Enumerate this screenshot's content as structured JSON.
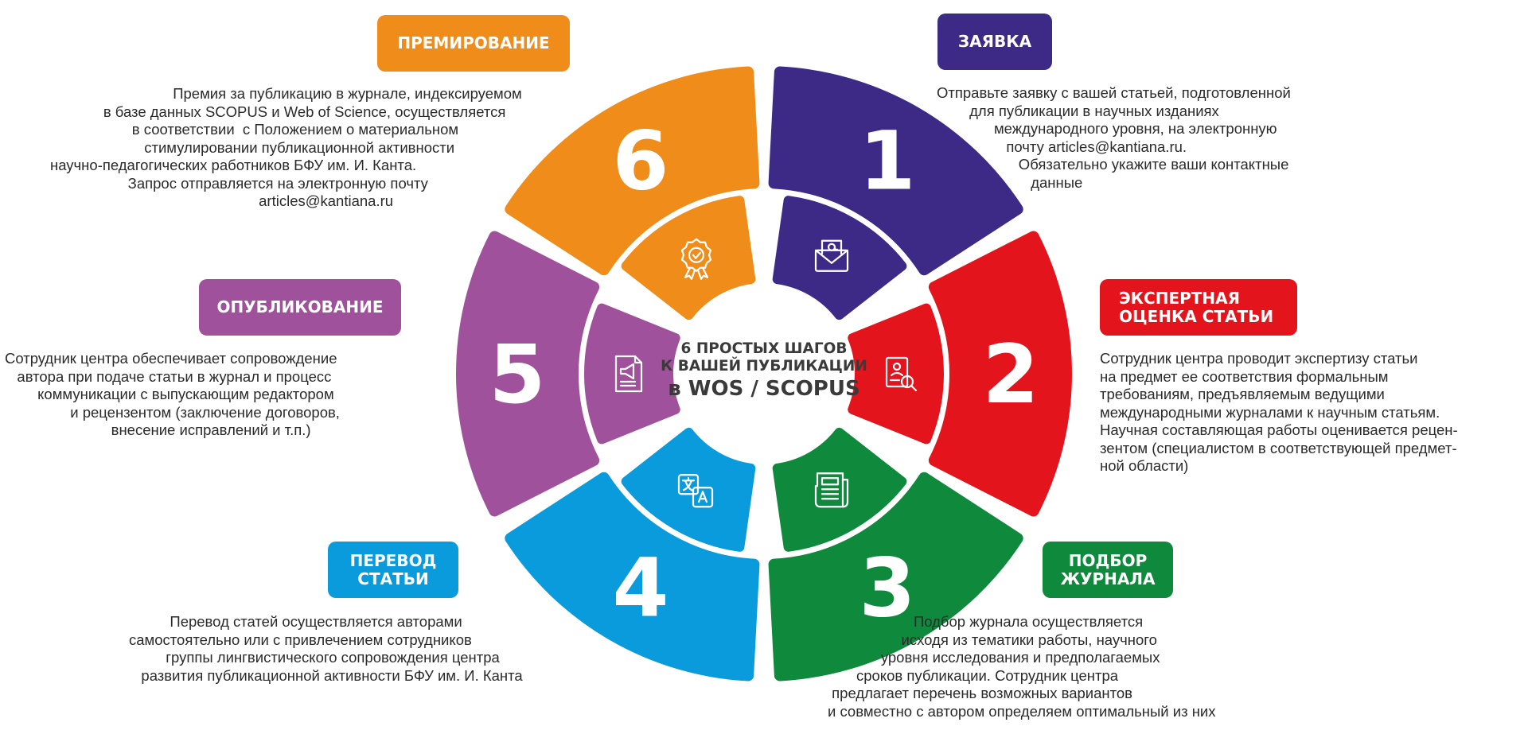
{
  "center": {
    "line1": "6 ПРОСТЫХ ШАГОВ",
    "line2": "К ВАШЕЙ ПУБЛИКАЦИИ",
    "line3": "в WOS / SCOPUS"
  },
  "steps": [
    {
      "number": "1",
      "title": "ЗАЯВКА",
      "color": "#3d2a87",
      "icon": "email-icon",
      "text": "Отправьте заявку с вашей статьей, подготовленной\n        для публикации в научных изданиях\n              международного уровня, на электронную\n                 почту articles@kantiana.ru.\n                    Обязательно укажите ваши контактные\n                       данные"
    },
    {
      "number": "2",
      "title": "ЭКСПЕРТНАЯ\nОЦЕНКА СТАТЬИ",
      "color": "#e3141c",
      "icon": "document-search-icon",
      "text": "Сотрудник центра проводит экспертизу статьи\nна предмет ее соответствия формальным\nтребованиям, предъявляемым ведущими\nмеждународными журналами к научным статьям.\nНаучная составляющая работы оценивается рецен-\nзентом (специалистом в соответствующей предмет-\nной области)"
    },
    {
      "number": "3",
      "title": "ПОДБОР\nЖУРНАЛА",
      "color": "#0f8a3c",
      "icon": "newspaper-icon",
      "text": "                     Подбор журнала осуществляется\n                  исходя из тематики работы, научного\n             уровня исследования и предполагаемых\n       сроков публикации. Сотрудник центра\n предлагает перечень возможных вариантов\nи совместно с автором определяем оптимальный из них"
    },
    {
      "number": "4",
      "title": "ПЕРЕВОД\nСТАТЬИ",
      "color": "#0a9bdc",
      "icon": "translate-icon",
      "text": "          Перевод статей осуществляется авторами\nсамостоятельно или с привлечением сотрудников\n         группы лингвистического сопровождения центра\n   развития публикационной активности БФУ им. И. Канта"
    },
    {
      "number": "5",
      "title": "ОПУБЛИКОВАНИЕ",
      "color": "#a0519b",
      "icon": "megaphone-document-icon",
      "text": "Сотрудник центра обеспечивает сопровождение\n   автора при подаче статьи в журнал и процесс\n        коммуникации с выпускающим редактором\n                и рецензентом (заключение договоров,\n                          внесение исправлений и т.п.)"
    },
    {
      "number": "6",
      "title": "ПРЕМИРОВАНИЕ",
      "color": "#f08c1a",
      "icon": "award-badge-icon",
      "text": "                              Премия за публикацию в журнале, индексируемом\n             в базе данных SCOPUS и Web of Science, осуществляется\n                    в соответствии  с Положением о материальном\n                       стимулировании публикационной активности\nнаучно-педагогических работников БФУ им. И. Канта.\n                   Запрос отправляется на электронную почту\n                                                   articles@kantiana.ru"
    }
  ]
}
